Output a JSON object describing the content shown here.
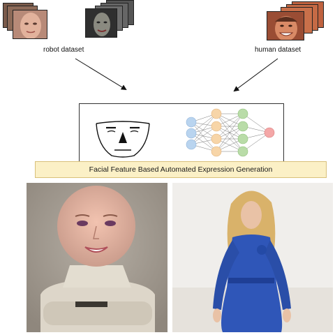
{
  "datasets": {
    "robot_label": "robot dataset",
    "human_label": "human dataset"
  },
  "framework": {
    "title": "Facial Feature Based Automated Expression Generation"
  },
  "colors": {
    "caption_bg": "#fbf0c6",
    "nn_input": "#b9d4ef",
    "nn_hidden1": "#f7d5a8",
    "nn_hidden2": "#b9dca8",
    "nn_output": "#f4a7a7"
  }
}
